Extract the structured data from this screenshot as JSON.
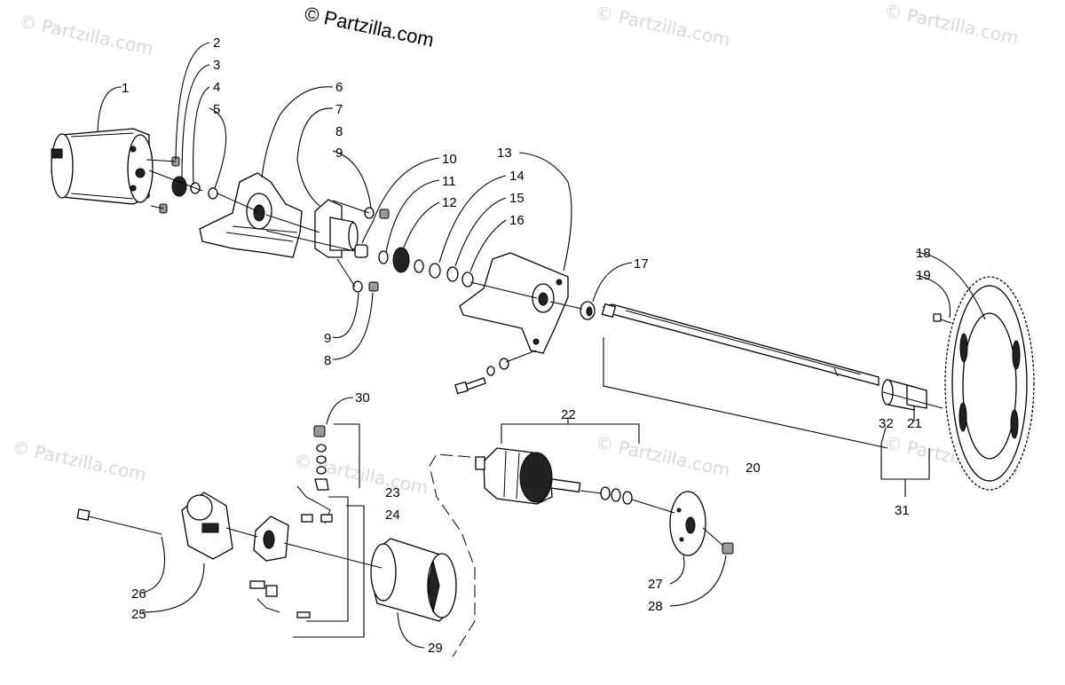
{
  "copyright": "© Partzilla.com",
  "watermark": "© Partzilla.com",
  "callouts": {
    "c1": "1",
    "c2": "2",
    "c3": "3",
    "c4": "4",
    "c5": "5",
    "c6": "6",
    "c7": "7",
    "c8a": "8",
    "c8b": "8",
    "c9a": "9",
    "c9b": "9",
    "c10": "10",
    "c11": "11",
    "c12": "12",
    "c13": "13",
    "c14": "14",
    "c15": "15",
    "c16": "16",
    "c17": "17",
    "c18": "18",
    "c19": "19",
    "c20": "20",
    "c21": "21",
    "c22": "22",
    "c23": "23",
    "c24": "24",
    "c25": "25",
    "c26": "26",
    "c27": "27",
    "c28": "28",
    "c29": "29",
    "c30": "30",
    "c31": "31",
    "c32": "32"
  }
}
